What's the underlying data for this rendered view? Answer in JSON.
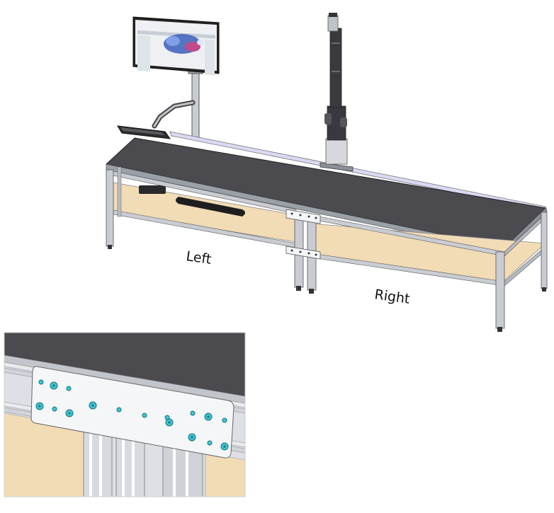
{
  "labels": {
    "left": "Left",
    "right": "Right"
  },
  "colors": {
    "tabletop": "#4a4a4f",
    "frame": "#c9ccd2",
    "frame_dark": "#8a8f98",
    "shelf_wood": "#f2dcb5",
    "rail": "#d9d9f2",
    "bracket_plate": "#f4f6f8",
    "fastener": "#3cc6d6",
    "robot": "#3a3a3e",
    "monitor": "#222222"
  },
  "parts": {
    "monitor": "monitor-on-arm",
    "robot": "robot-arm",
    "keyboard": "keyboard-tray",
    "table_left": "left-table",
    "table_right": "right-table",
    "joint_plate": "joint-bracket-plate"
  }
}
